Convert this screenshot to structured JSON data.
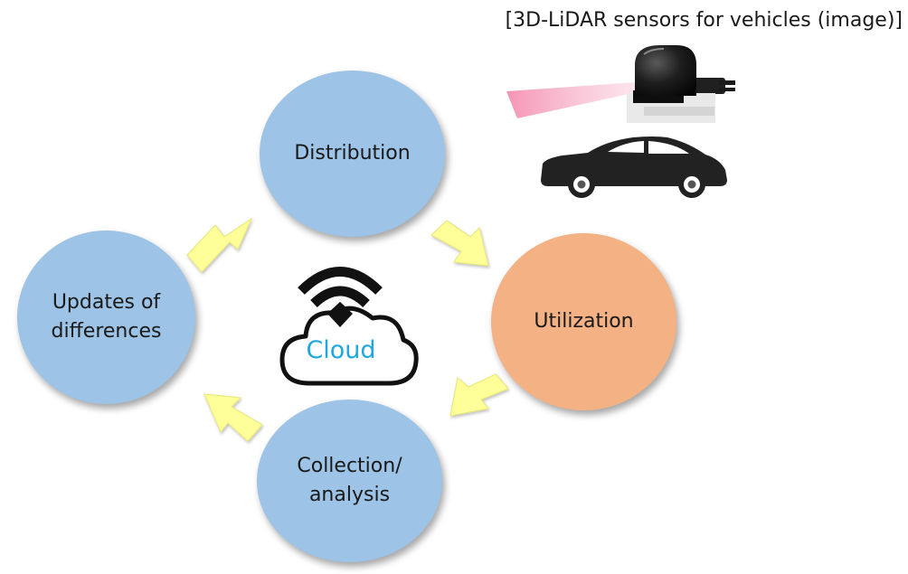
{
  "caption": "[3D-LiDAR sensors for vehicles (image)]",
  "nodes": {
    "distribution": {
      "label": "Distribution"
    },
    "utilization": {
      "label": "Utilization"
    },
    "updates": {
      "line1": "Updates of",
      "line2": "differences"
    },
    "collection": {
      "line1": "Collection/",
      "line2": "analysis"
    }
  },
  "cloud": {
    "label": "Cloud",
    "icon": "cloud-wifi-icon"
  },
  "images": {
    "sensor": "lidar-sensor-icon",
    "vehicle": "car-icon"
  },
  "colors": {
    "node_blue": "#9dc3e6",
    "node_orange": "#f4b183",
    "arrow_fill": "#ffff99",
    "cloud_text": "#1ea7e1",
    "beam": "#f48fb1"
  }
}
